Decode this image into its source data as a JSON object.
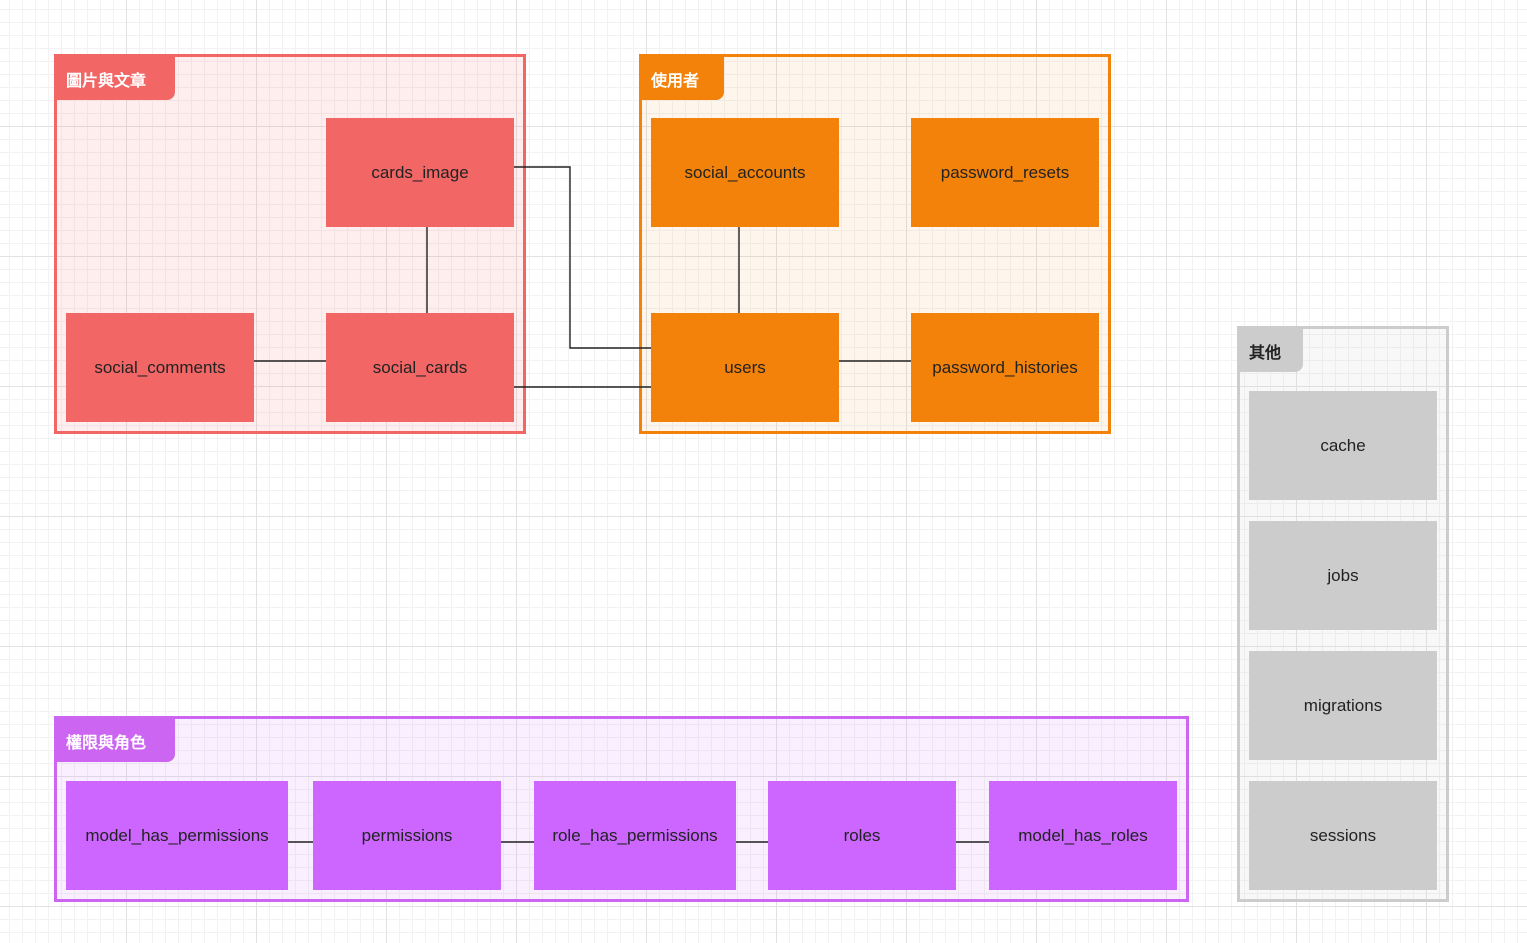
{
  "groups": {
    "media": {
      "label": "圖片與文章",
      "color": "#f26666"
    },
    "users": {
      "label": "使用者",
      "color": "#f2820a"
    },
    "permissions": {
      "label": "權限與角色",
      "color": "#cc66f2"
    },
    "other": {
      "label": "其他",
      "color": "#cccccc"
    }
  },
  "tables": {
    "cards_image": "cards_image",
    "social_comments": "social_comments",
    "social_cards": "social_cards",
    "social_accounts": "social_accounts",
    "password_resets": "password_resets",
    "users": "users",
    "password_histories": "password_histories",
    "model_has_permissions": "model_has_permissions",
    "permissions": "permissions",
    "role_has_permissions": "role_has_permissions",
    "roles": "roles",
    "model_has_roles": "model_has_roles",
    "cache": "cache",
    "jobs": "jobs",
    "migrations": "migrations",
    "sessions": "sessions"
  },
  "relations": [
    [
      "cards_image",
      "social_cards"
    ],
    [
      "social_comments",
      "social_cards"
    ],
    [
      "cards_image",
      "users"
    ],
    [
      "social_cards",
      "users"
    ],
    [
      "social_accounts",
      "users"
    ],
    [
      "users",
      "password_histories"
    ],
    [
      "model_has_permissions",
      "permissions"
    ],
    [
      "permissions",
      "role_has_permissions"
    ],
    [
      "role_has_permissions",
      "roles"
    ],
    [
      "roles",
      "model_has_roles"
    ]
  ]
}
